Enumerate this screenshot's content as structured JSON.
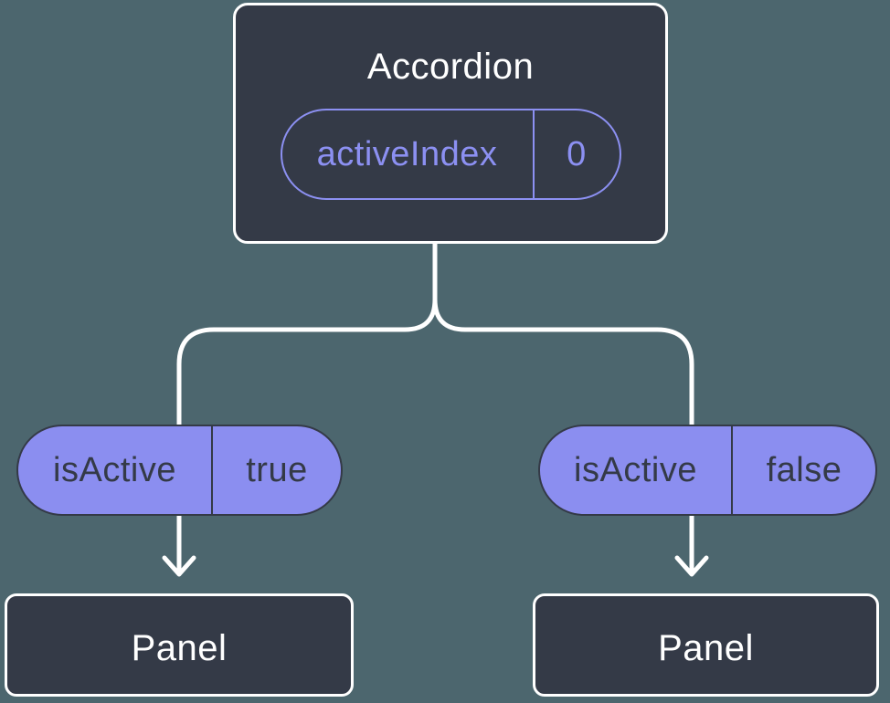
{
  "diagram": {
    "description": "Component tree: Accordion parent holding activeIndex state, passing isActive props to two Panel children",
    "root": {
      "title": "Accordion",
      "prop": {
        "name": "activeIndex",
        "value": "0"
      }
    },
    "children": [
      {
        "prop": {
          "name": "isActive",
          "value": "true"
        },
        "title": "Panel"
      },
      {
        "prop": {
          "name": "isActive",
          "value": "false"
        },
        "title": "Panel"
      }
    ],
    "colors": {
      "background": "#4C666E",
      "node_fill": "#343A47",
      "node_border": "#FFFFFF",
      "accent_purple_fill": "#8B8EF0",
      "accent_purple_outline": "#8C90F2",
      "dark_text": "#343A47",
      "connector": "#FFFFFF"
    }
  }
}
